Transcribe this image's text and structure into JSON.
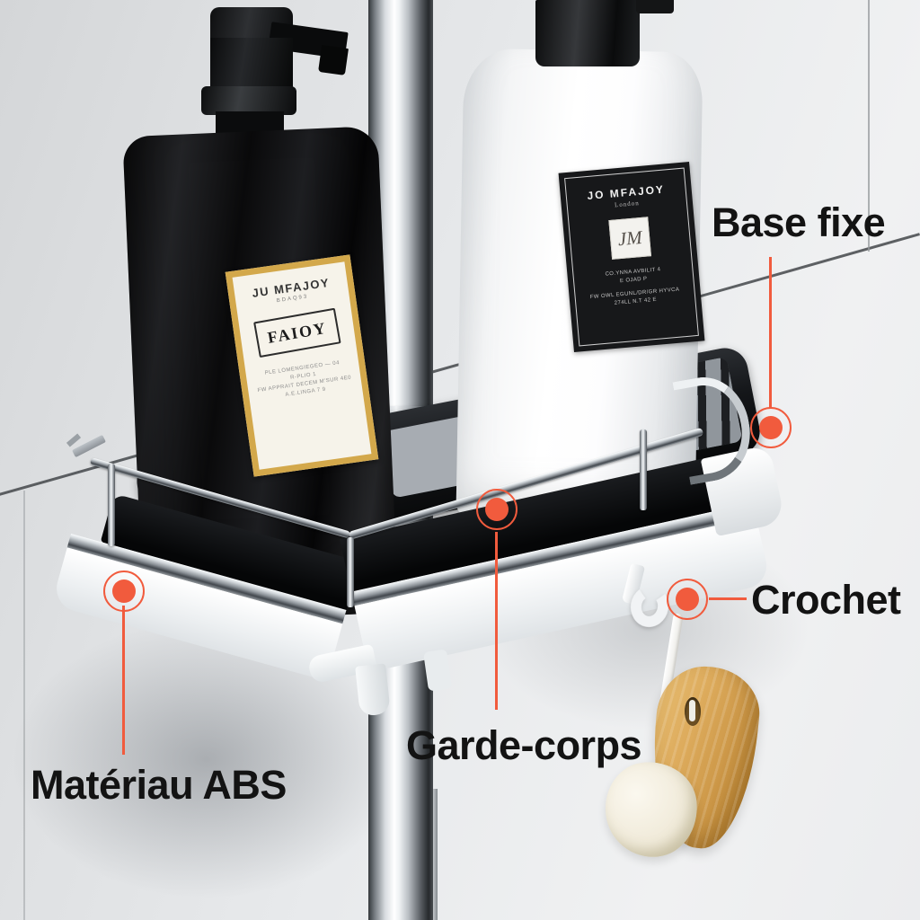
{
  "callouts": {
    "accent_color": "#F15B3D",
    "base_fixe": {
      "label": "Base fixe"
    },
    "crochet": {
      "label": "Crochet"
    },
    "garde_corps": {
      "label": "Garde-corps"
    },
    "materiau_abs": {
      "label": "Matériau ABS"
    }
  },
  "black_bottle": {
    "brand": "JU MFAJOY",
    "subtitle": "BDAQ93",
    "box_text": "FAIOY",
    "line1": "PLE LOMENGIEGEO — 04",
    "line2": "R-PLIO 1",
    "line3": "FW APPRAIT DECEM M'SUR 4E0",
    "line4": "A.E.LINGA 7 9"
  },
  "white_bottle": {
    "brand": "JO MFAJOY",
    "origin": "London",
    "monogram": "JM",
    "line1": "CO.YNNA AVBILIT 4",
    "line2": "E OJAD P",
    "line3": "FW OWL EGUNL/DR/GR HYVCA",
    "line4": "274LL N.T 42 E"
  }
}
